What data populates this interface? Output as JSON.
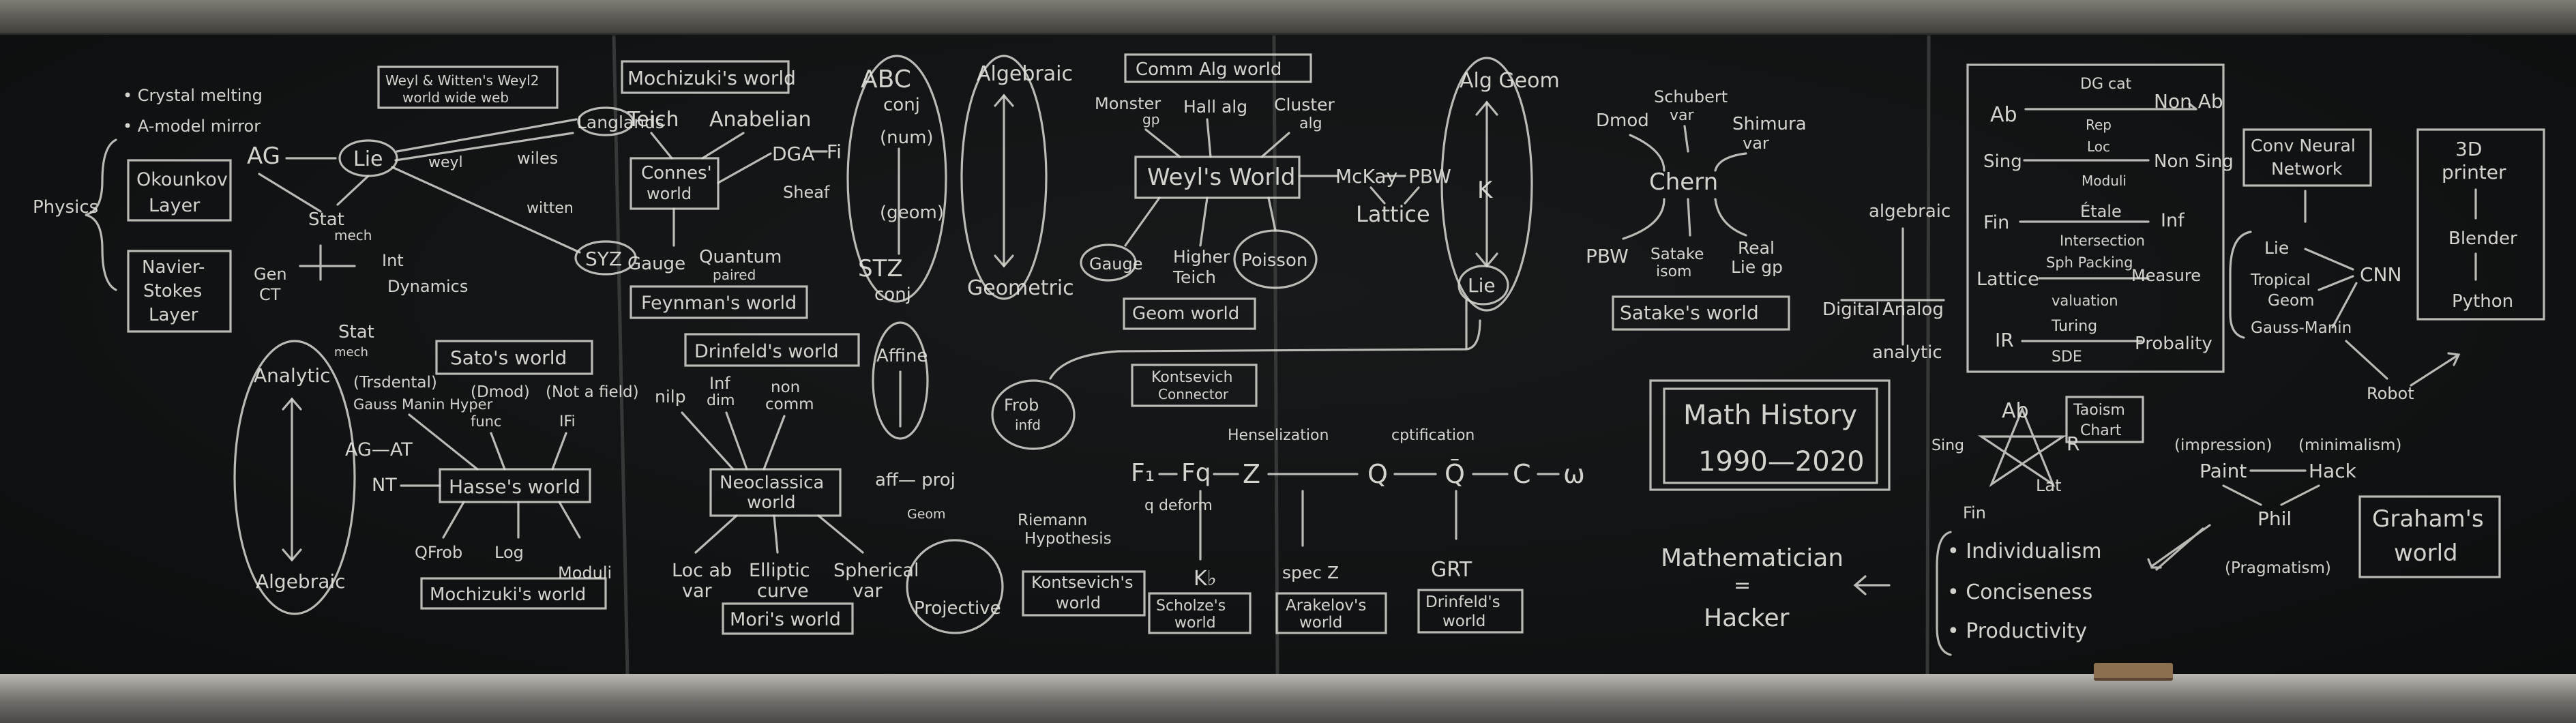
{
  "board": {
    "chalk_color": "#e2e2dc",
    "surface_color": "#121415",
    "wall_color": "#4a4a46",
    "tray_color": "#9b9a95"
  },
  "panel1": {
    "crystal_melting": "• Crystal melting",
    "a_model_mirror": "• A-model mirror",
    "physics": "Physics",
    "okounkov": [
      "Okounkov",
      "Layer"
    ],
    "navier_stokes": [
      "Navier-",
      "Stokes",
      "Layer"
    ],
    "ag": "AG",
    "lie": "Lie",
    "weyl_wittens": [
      "Weyl & Witten's Weyl2",
      "world wide web"
    ],
    "langlands": "Langlands",
    "weyl_small": "weyl",
    "wiles": "wiles",
    "witten": "witten",
    "syz": "SYZ",
    "stat_mech_top": [
      "Stat",
      "mech"
    ],
    "gen_ct": [
      "Gen",
      "CT"
    ],
    "int_dynamics": [
      "Int",
      "Dynamics"
    ],
    "stat_mech_bottom": [
      "Stat",
      "mech"
    ],
    "analytic": "Analytic",
    "algebraic": "Algebraic",
    "satos_world": "Sato's world",
    "transcendental": "(Trsdental)",
    "dmod": "(Dmod)",
    "nota_field": "(Not a field)",
    "gauss_manin": "Gauss Manin Hyper",
    "func": "func",
    "fi": "IFi",
    "ag_at": "AG—AT",
    "nt": "NT",
    "hasses_world": "Hasse's world",
    "qfrob": "QFrob",
    "log": "Log",
    "moduli": "Moduli",
    "mochizukis_world_bottom": "Mochizuki's world"
  },
  "panel2": {
    "mochizukis_world": "Mochizuki's world",
    "teich": "Teich",
    "anabelian": "Anabelian",
    "connes_world": [
      "Connes'",
      "world"
    ],
    "dga": "DGA",
    "fi": "Fi",
    "sheaf": "Sheaf",
    "gauge": "Gauge",
    "quantum_paired": [
      "Quantum",
      "paired"
    ],
    "feynmans_world": "Feynman's world",
    "drinfelds_world": "Drinfeld's world",
    "nilp": "nilp",
    "inf_dim": [
      "Inf",
      "dim"
    ],
    "non_comm": [
      "non",
      "comm"
    ],
    "neoclassica_world": [
      "Neoclassica",
      "world"
    ],
    "loc_ab_var": [
      "Loc ab",
      "var"
    ],
    "elliptic_curve": [
      "Elliptic",
      "curve"
    ],
    "spherical_var": [
      "Spherical",
      "var"
    ],
    "moris_world": "Mori's world"
  },
  "panel3": {
    "abc": "ABC",
    "conj": "conj",
    "num": "(num)",
    "geom": "(geom)",
    "stz": "STZ",
    "conj2": "conj",
    "algebraic": "Algebraic",
    "geometric": "Geometric",
    "affine": "Affine",
    "aff_proj": "aff— proj",
    "geom2": "Geom",
    "projective": "Projective",
    "frob_infd": [
      "Frob",
      "infd"
    ],
    "riemann_hyp": [
      "Riemann",
      "Hypothesis"
    ],
    "kontsevichs_world": [
      "Kontsevich's",
      "world"
    ],
    "comm_alg_world": "Comm Alg world",
    "monster_gp": [
      "Monster",
      "gp"
    ],
    "hall_alg": "Hall alg",
    "cluster_alg": [
      "Cluster",
      "alg"
    ],
    "weyls_world": "Weyl's World",
    "gauge": "Gauge",
    "higher_teich": [
      "Higher",
      "Teich"
    ],
    "poisson": "Poisson",
    "geom_world": "Geom world",
    "kontsevich_connector": [
      "Kontsevich",
      "Connector"
    ],
    "f1": "F₁",
    "fq": "Fq",
    "q_deform": "q deform",
    "kb": "K♭",
    "scholzes_world": [
      "Scholze's",
      "world"
    ],
    "henselization": "Henselization",
    "z": "Z",
    "q": "Q",
    "qbar": "Q̄",
    "c": "C",
    "omega": "ω",
    "cptification": "cptification",
    "mckay": "McKay",
    "pbw": "PBW",
    "lattice": "Lattice",
    "alg_geom": "Alg Geom",
    "k": "K",
    "lie": "Lie",
    "spec_z": "spec Z",
    "arakelovs_world": [
      "Arakelov's",
      "world"
    ],
    "grt": "GRT",
    "drinfelds_world": [
      "Drinfeld's",
      "world"
    ]
  },
  "panel4": {
    "dmod": "Dmod",
    "schubert_var": [
      "Schubert",
      "var"
    ],
    "shimura_var": [
      "Shimura",
      "var"
    ],
    "chern": "Chern",
    "pbw": "PBW",
    "satake_isom": [
      "Satake",
      "isom"
    ],
    "real_lie_gp": [
      "Real",
      "Lie gp"
    ],
    "satakes_world": "Satake's world",
    "algebraic": "algebraic",
    "digital": "Digital",
    "analog": "Analog",
    "analytic": "analytic",
    "math_history": [
      "Math History",
      "1990—2020"
    ],
    "mathematician": "Mathematician",
    "equals": "=",
    "hacker": "Hacker"
  },
  "panel5": {
    "ab": "Ab",
    "dg_cat": "DG cat",
    "rep": "Rep",
    "non_ab": "Non Ab",
    "sing": "Sing",
    "loc": "Loc",
    "non_sing": "Non Sing",
    "moduli": "Moduli",
    "fin": "Fin",
    "etale": "Étale",
    "inf": "Inf",
    "intersection": "Intersection",
    "lattice": "Lattice",
    "sph_packing": "Sph Packing",
    "measure": "Measure",
    "valuation": "valuation",
    "ir": "IR",
    "turing": "Turing",
    "sde": "SDE",
    "probality": "Probality",
    "star_ab": "Ab",
    "star_sing": "Sing",
    "star_r": "R",
    "star_fin": "Fin",
    "star_lat": "Lat",
    "taoism_chart": [
      "Taoism",
      "Chart"
    ],
    "bullets": [
      "Individualism",
      "Conciseness",
      "Productivity"
    ],
    "conv_neural": [
      "Conv Neural",
      "Network"
    ],
    "lie": "Lie",
    "tropical_geom": [
      "Tropical",
      "Geom"
    ],
    "gauss_manin": "Gauss-Manin",
    "cnn": "CNN",
    "printer_3d": [
      "3D",
      "printer"
    ],
    "blender": "Blender",
    "python": "Python",
    "robot": "Robot",
    "impression": "(impression)",
    "minimalism": "(minimalism)",
    "paint": "Paint",
    "hack": "Hack",
    "phil": "Phil",
    "pragmatism": "(Pragmatism)",
    "grahams_world": [
      "Graham's",
      "world"
    ]
  }
}
